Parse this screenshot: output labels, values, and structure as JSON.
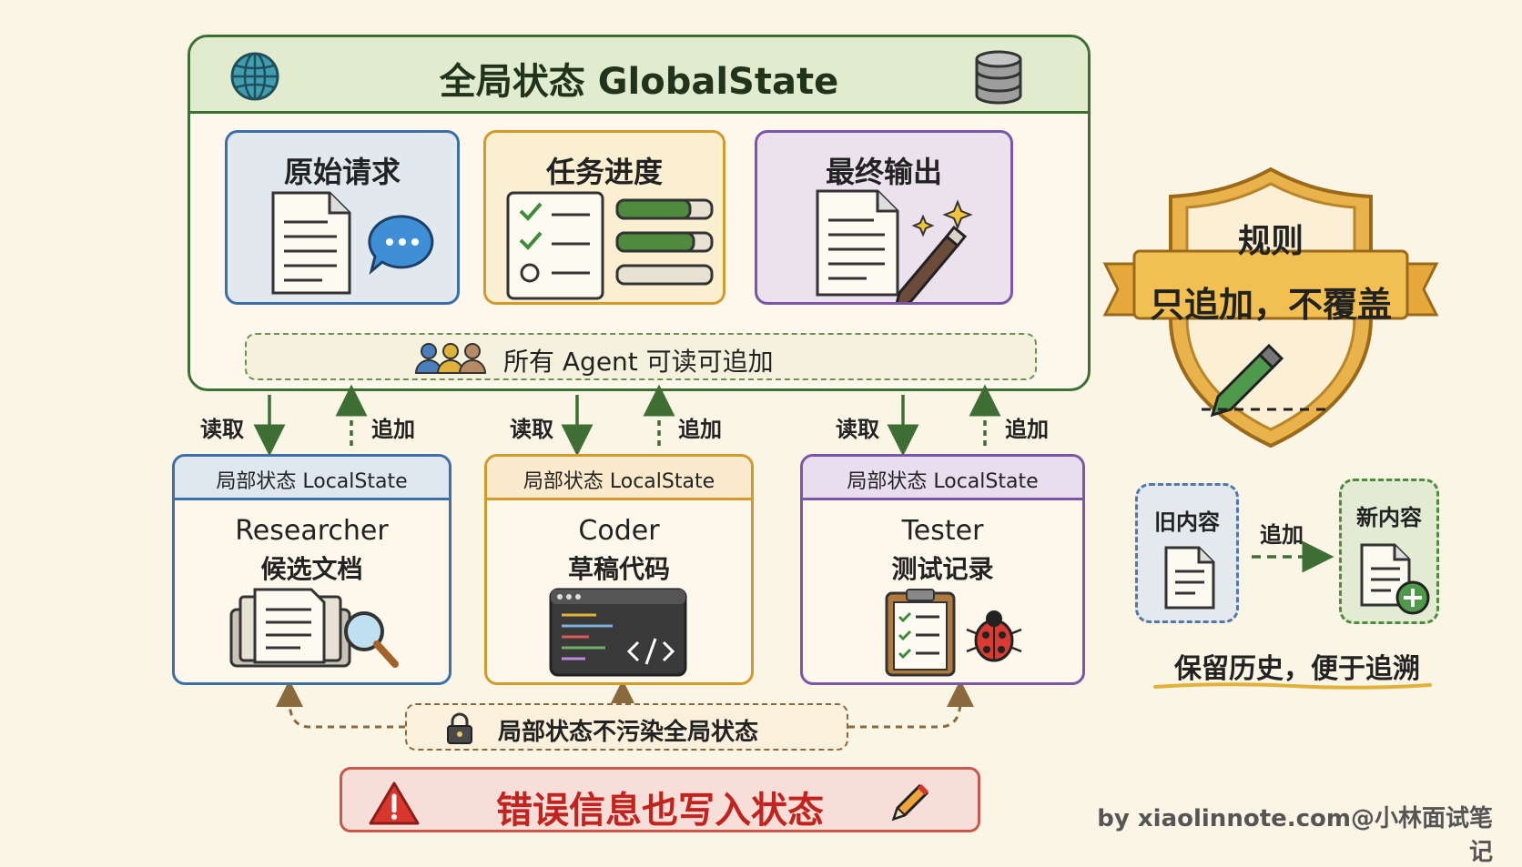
{
  "global": {
    "title": "全局状态 GlobalState",
    "cards": [
      {
        "label": "原始请求"
      },
      {
        "label": "任务进度"
      },
      {
        "label": "最终输出"
      }
    ],
    "agents_bar": "所有 Agent 可读可追加"
  },
  "flows": {
    "read": "读取",
    "append": "追加"
  },
  "locals": [
    {
      "header": "局部状态 LocalState",
      "name": "Researcher",
      "sub": "候选文档"
    },
    {
      "header": "局部状态 LocalState",
      "name": "Coder",
      "sub": "草稿代码"
    },
    {
      "header": "局部状态 LocalState",
      "name": "Tester",
      "sub": "测试记录"
    }
  ],
  "isolation_note": "局部状态不污染全局状态",
  "error_note": "错误信息也写入状态",
  "rules": {
    "title": "规则",
    "main": "只追加，不覆盖"
  },
  "history": {
    "old": "旧内容",
    "arrow": "追加",
    "new": "新内容",
    "caption": "保留历史，便于追溯"
  },
  "credit": "by xiaolinnote.com@小林面试笔记",
  "colors": {
    "green": "#3f6e34",
    "blue": "#3c6fa8",
    "orange": "#d19a2b",
    "purple": "#7b55a6",
    "red": "#c2231e"
  }
}
